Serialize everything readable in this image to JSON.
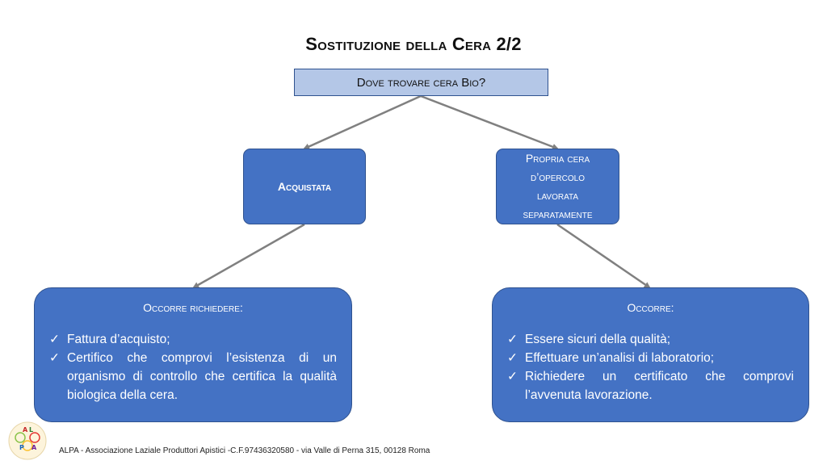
{
  "title": "Sostituzione della Cera 2/2",
  "root": {
    "label": "Dove trovare cera Bio?"
  },
  "branches": [
    {
      "label": "Acquistata"
    },
    {
      "lines": [
        "Propria cera",
        "d’opercolo",
        "lavorata",
        "separatamente"
      ]
    }
  ],
  "details": [
    {
      "heading": "Occorre richiedere:",
      "items": [
        "Fattura d’acquisto;",
        "Certifico che comprovi l’esistenza di un organismo di controllo  che certifica la qualità biologica della cera."
      ]
    },
    {
      "heading": "Occorre:",
      "items": [
        "Essere sicuri della qualità;",
        "Effettuare un’analisi di laboratorio;",
        "Richiedere un certificato che comprovi l’avvenuta lavorazione."
      ]
    }
  ],
  "logo": {
    "letters": [
      "A",
      "L",
      "P",
      "A"
    ]
  },
  "footer": "ALPA - Associazione Laziale Produttori Apistici -C.F.97436320580  - via Valle di Perna 315, 00128 Roma",
  "colors": {
    "box_fill": "#4472c4",
    "top_fill": "#b4c7e7",
    "border": "#2f528f",
    "connector": "#808080"
  },
  "icons": {
    "bullet": "check-icon"
  }
}
